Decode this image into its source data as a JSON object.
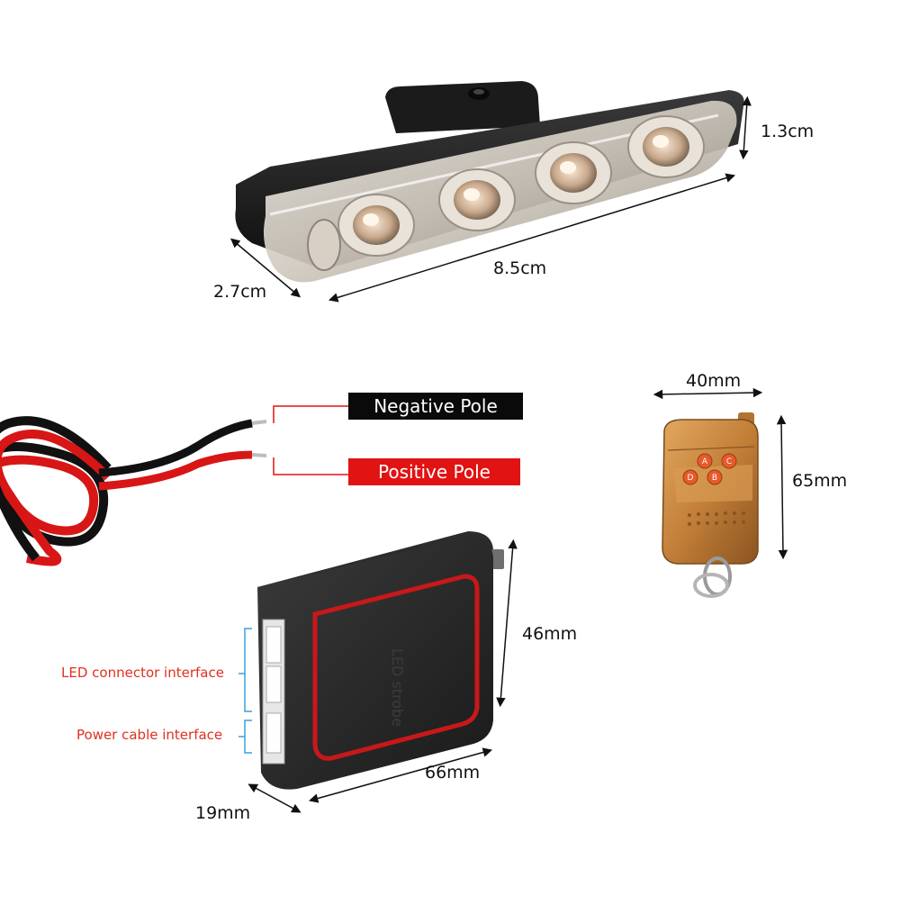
{
  "light_bar": {
    "height_label": "1.3cm",
    "length_label": "8.5cm",
    "depth_label": "2.7cm"
  },
  "wires": {
    "negative_label": "Negative Pole",
    "positive_label": "Positive Pole"
  },
  "remote": {
    "width_label": "40mm",
    "height_label": "65mm",
    "buttons": [
      "A",
      "B",
      "C",
      "D"
    ]
  },
  "controller": {
    "box_text": "LED strobe",
    "height_label": "46mm",
    "length_label": "66mm",
    "depth_label": "19mm",
    "led_interface_label": "LED connector interface",
    "power_interface_label": "Power cable interface"
  },
  "colors": {
    "negative_bg": "#0a0a0a",
    "positive_bg": "#e11313",
    "interface_text": "#e0301e",
    "remote_gold": "#c98a3e"
  }
}
